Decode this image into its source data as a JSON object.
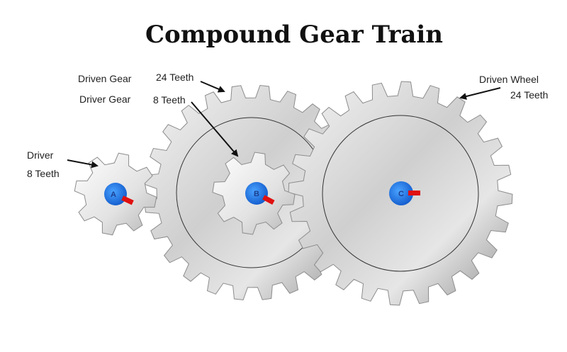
{
  "title": "Compound Gear Train",
  "gears": [
    {
      "id": "A",
      "teeth": 8
    },
    {
      "id": "B",
      "teeth": 8
    },
    {
      "id": "C",
      "teeth": 24
    }
  ],
  "labels": {
    "driver": "Driver",
    "driver_teeth": "8 Teeth",
    "driven_gear": "Driven Gear",
    "driven_gear_teeth": "24 Teeth",
    "driver_gear": "Driver Gear",
    "driver_gear_teeth": "8 Teeth",
    "driven_wheel": "Driven Wheel",
    "driven_wheel_teeth": "24 Teeth"
  },
  "colors": {
    "gear_light": "#f2f2f2",
    "gear_dark": "#9a9a9a",
    "hub": "#1e73e6",
    "hub_light": "#4aa3ff",
    "pin": "#e01010",
    "arrow": "#111111"
  }
}
